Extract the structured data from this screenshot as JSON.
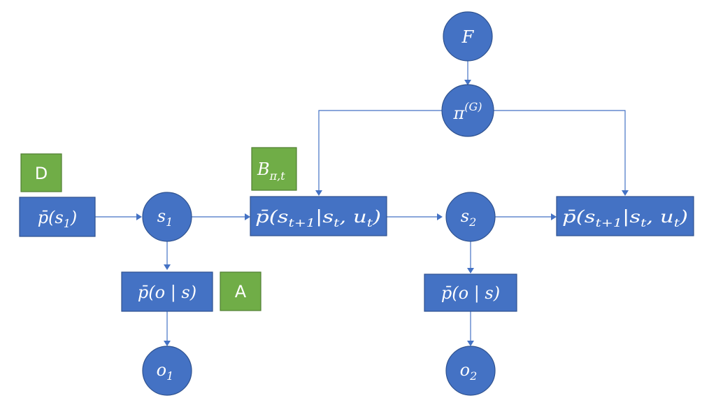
{
  "nodes": {
    "F": {
      "label": "F"
    },
    "pi_g": {
      "base": "π",
      "sup": "(G)"
    },
    "D": {
      "label": "D"
    },
    "A": {
      "label": "A"
    },
    "B": {
      "base": "B",
      "sub": "π,t"
    },
    "prior_s1": {
      "pre": "p̄(s",
      "sub": "1",
      "post": ")"
    },
    "s1": {
      "base": "s",
      "sub": "1"
    },
    "trans1": {
      "pre": "p̄(s",
      "sub1": "t+1",
      "mid": "|s",
      "sub2": "t",
      "mid2": ", u",
      "sub3": "t",
      "post": ")"
    },
    "s2": {
      "base": "s",
      "sub": "2"
    },
    "trans2": {
      "pre": "p̄(s",
      "sub1": "t+1",
      "mid": "|s",
      "sub2": "t",
      "mid2": ", u",
      "sub3": "t",
      "post": ")"
    },
    "lik1": {
      "text": "p̄(o | s)"
    },
    "lik2": {
      "text": "p̄(o | s)"
    },
    "o1": {
      "base": "o",
      "sub": "1"
    },
    "o2": {
      "base": "o",
      "sub": "2"
    }
  },
  "colors": {
    "node_blue": "#4472c4",
    "node_green": "#70ad47",
    "edge": "#4472c4",
    "text": "#ffffff"
  }
}
